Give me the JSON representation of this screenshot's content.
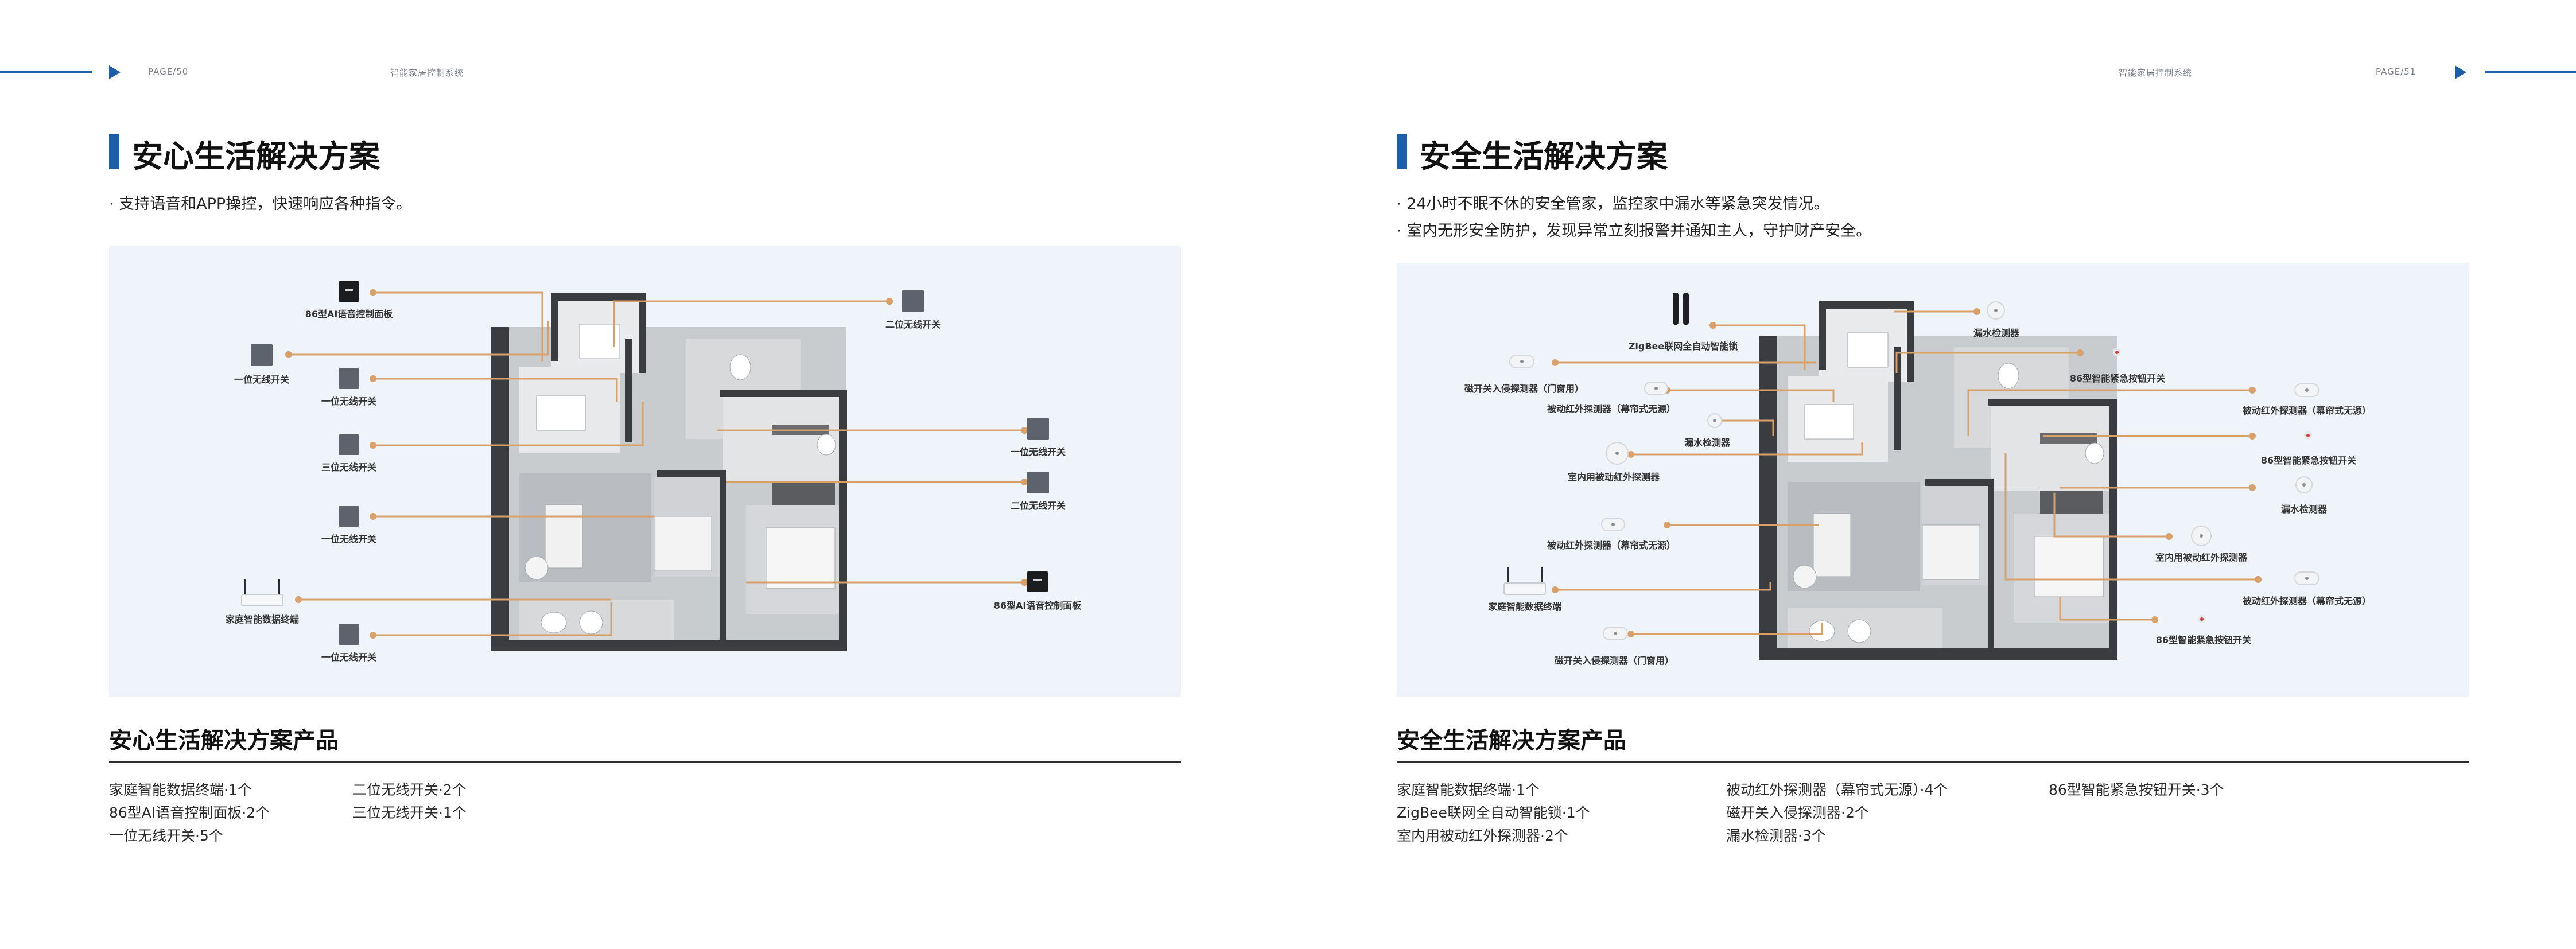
{
  "left_page": {
    "page_no": "PAGE/50",
    "brand": "智能家居控制系统",
    "title": "安心生活解决方案",
    "bullets": [
      "· 支持语音和APP操控，快速响应各种指令。"
    ],
    "devices": {
      "l1": "86型AI语音控制面板",
      "l2": "一位无线开关",
      "l3": "一位无线开关",
      "l4": "三位无线开关",
      "l5": "一位无线开关",
      "l6": "家庭智能数据终端",
      "l7": "一位无线开关",
      "r1": "二位无线开关",
      "r2": "一位无线开关",
      "r3": "二位无线开关",
      "r4": "86型AI语音控制面板"
    },
    "products_title": "安心生活解决方案产品",
    "products": [
      "家庭智能数据终端·1个",
      "86型AI语音控制面板·2个",
      "一位无线开关·5个",
      "二位无线开关·2个",
      "三位无线开关·1个"
    ]
  },
  "right_page": {
    "page_no": "PAGE/51",
    "brand": "智能家居控制系统",
    "title": "安全生活解决方案",
    "bullets": [
      "· 24小时不眠不休的安全管家，监控家中漏水等紧急突发情况。",
      "· 室内无形安全防护，发现异常立刻报警并通知主人，守护财产安全。"
    ],
    "devices": {
      "a1": "ZigBee联网全自动智能锁",
      "a2": "磁开关入侵探测器（门窗用）",
      "a3": "被动红外探测器（幕帘式无源）",
      "a4": "漏水检测器",
      "a5": "室内用被动红外探测器",
      "a6": "被动红外探测器（幕帘式无源）",
      "a7": "家庭智能数据终端",
      "a8": "磁开关入侵探测器（门窗用）",
      "b1": "漏水检测器",
      "b2": "86型智能紧急按钮开关",
      "b3": "被动红外探测器（幕帘式无源）",
      "b4": "86型智能紧急按钮开关",
      "b5": "漏水检测器",
      "b6": "室内用被动红外探测器",
      "b7": "被动红外探测器（幕帘式无源）",
      "b8": "86型智能紧急按钮开关"
    },
    "products_title": "安全生活解决方案产品",
    "products": [
      "家庭智能数据终端·1个",
      "ZigBee联网全自动智能锁·1个",
      "室内用被动红外探测器·2个",
      "被动红外探测器（幕帘式无源）·4个",
      "磁开关入侵探测器·2个",
      "漏水检测器·3个",
      "86型智能紧急按钮开关·3个"
    ]
  },
  "colors": {
    "accent": "#1d5ea8",
    "leader_line": "#d9a06a",
    "panel_bg": "#eef4fa"
  },
  "icons": [
    "play-arrow-icon",
    "switch-icon",
    "voice-panel-icon",
    "router-icon",
    "sensor-icon",
    "emergency-button-icon",
    "smart-lock-icon"
  ]
}
